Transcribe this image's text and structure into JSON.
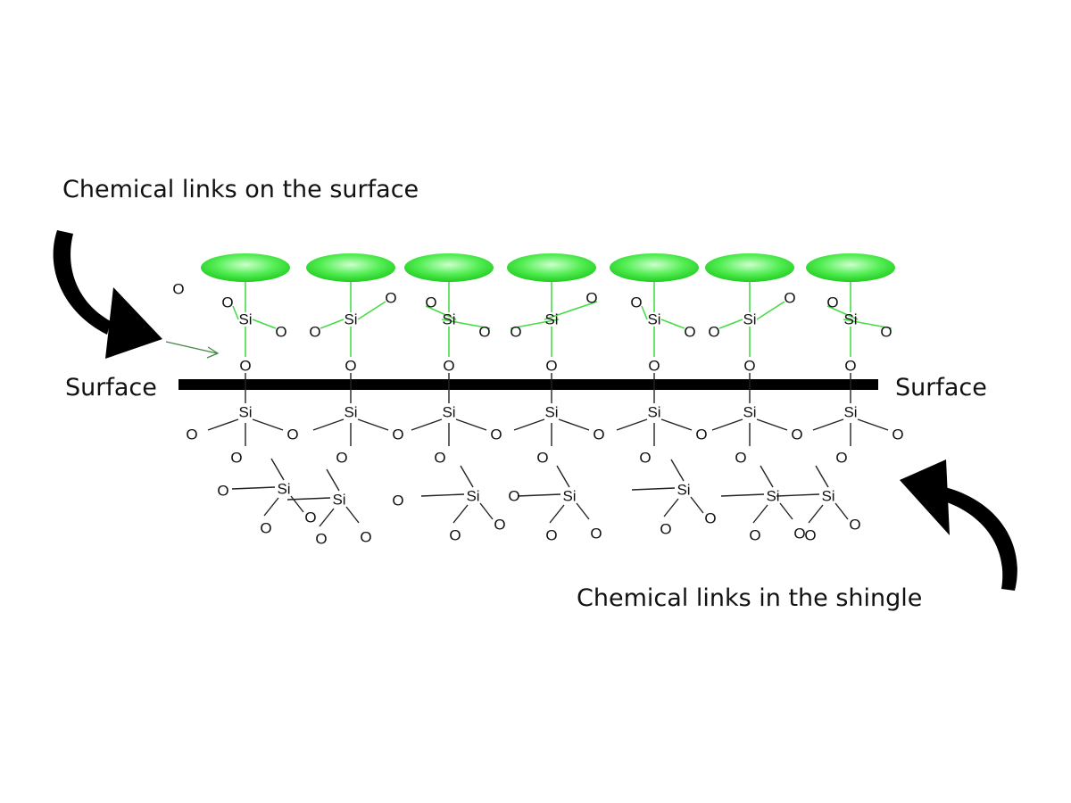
{
  "labels": {
    "surface_links": "Chemical links on the surface",
    "shingle_links": "Chemical links in the shingle",
    "surface_left": "Surface",
    "surface_right": "Surface"
  },
  "atoms": {
    "silicon": "Si",
    "oxygen": "O"
  },
  "colors": {
    "coating": "#33dd33",
    "coating_highlight": "#ccffcc",
    "surface_bond": "#44dd44",
    "lattice_bond": "#222222",
    "surface_line": "#000000",
    "text": "#111111"
  },
  "icons": [
    "curved-arrow-down-right-icon",
    "curved-arrow-up-left-icon",
    "small-green-arrow-icon"
  ]
}
